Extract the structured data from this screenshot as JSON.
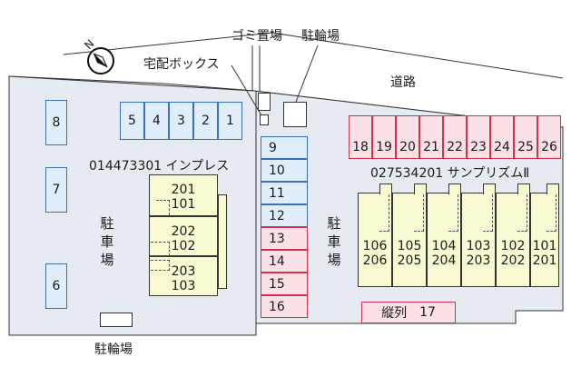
{
  "labels": {
    "trash": "ゴミ置場",
    "bike_top": "駐輪場",
    "delivery_box": "宅配ボックス",
    "road": "道路",
    "building_left": "014473301 インプレス",
    "building_right": "027534201 サンプリズムⅡ",
    "parking_left": "駐車場",
    "parking_mid": "駐車場",
    "bike_bottom": "駐輪場",
    "tandem": "縦列",
    "tandem_no": "17"
  },
  "compass": "N",
  "stalls_top_left": [
    "5",
    "4",
    "3",
    "2",
    "1"
  ],
  "stalls_left_column": [
    "8",
    "7",
    "6"
  ],
  "stalls_center_blue": [
    "9",
    "10",
    "11",
    "12"
  ],
  "stalls_center_pink": [
    "13",
    "14",
    "15",
    "16"
  ],
  "stalls_right_row": [
    "18",
    "19",
    "20",
    "21",
    "22",
    "23",
    "24",
    "25",
    "26"
  ],
  "left_building_units": [
    {
      "top": "201",
      "bottom": "101"
    },
    {
      "top": "202",
      "bottom": "102"
    },
    {
      "top": "203",
      "bottom": "103"
    }
  ],
  "right_building_units": [
    {
      "top": "106",
      "bottom": "206"
    },
    {
      "top": "105",
      "bottom": "205"
    },
    {
      "top": "104",
      "bottom": "204"
    },
    {
      "top": "103",
      "bottom": "203"
    },
    {
      "top": "102",
      "bottom": "202"
    },
    {
      "top": "101",
      "bottom": "201"
    }
  ],
  "colors": {
    "blue_stall": "#dfeefa",
    "pink_stall": "#fbe0e6",
    "building": "#fafad2",
    "lot": "#e6ebf1"
  }
}
